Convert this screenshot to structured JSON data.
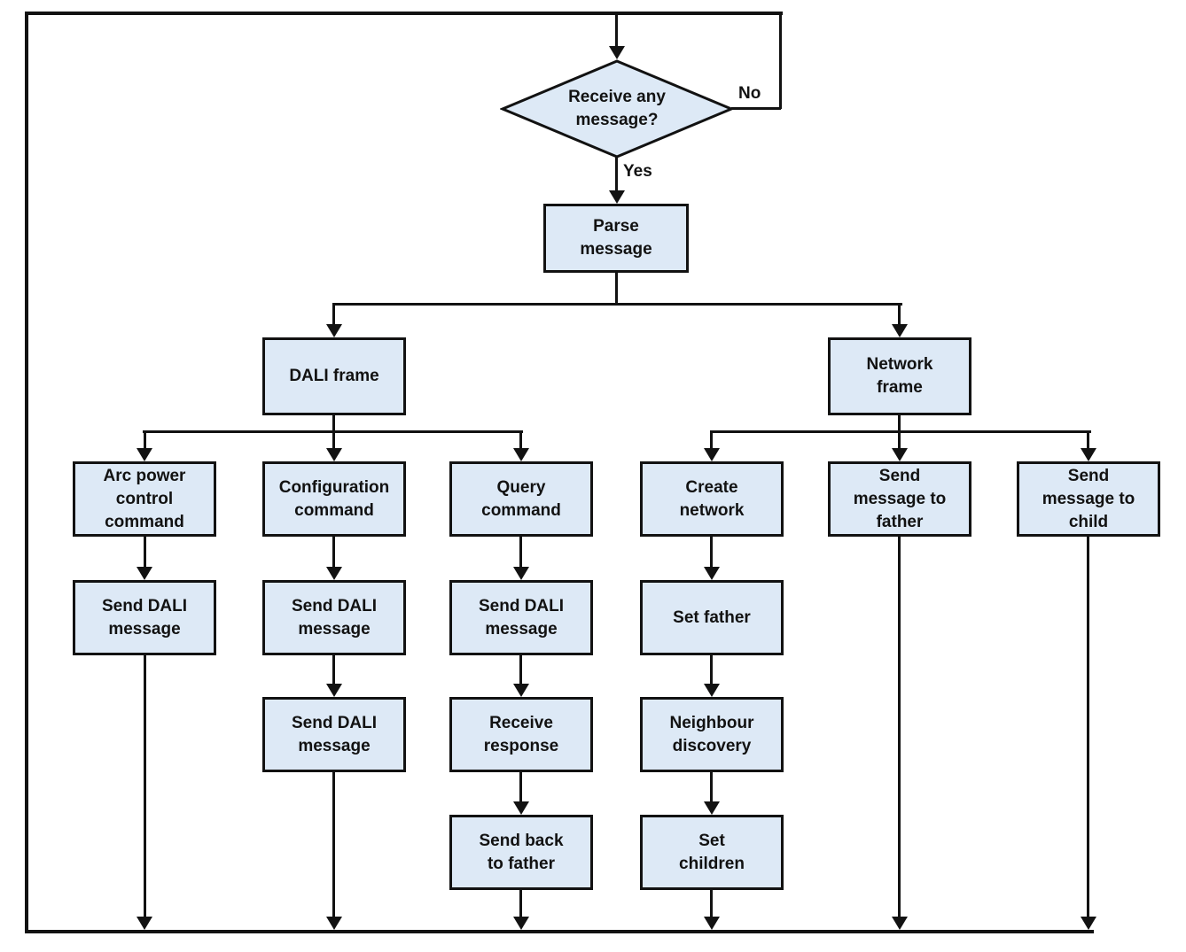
{
  "diagram": {
    "decision": {
      "label": "Receive any\nmessage?"
    },
    "edge_labels": {
      "yes": "Yes",
      "no": "No"
    },
    "nodes": {
      "parse_message": "Parse\nmessage",
      "dali_frame": "DALI frame",
      "network_frame": "Network\nframe",
      "arc_power_control_command": "Arc power\ncontrol\ncommand",
      "configuration_command": "Configuration\ncommand",
      "query_command": "Query\ncommand",
      "create_network": "Create\nnetwork",
      "send_message_to_father": "Send\nmessage to\nfather",
      "send_message_to_child": "Send\nmessage to\nchild",
      "send_dali_message_arc": "Send DALI\nmessage",
      "send_dali_message_config_1": "Send DALI\nmessage",
      "send_dali_message_config_2": "Send DALI\nmessage",
      "send_dali_message_query": "Send DALI\nmessage",
      "set_father": "Set father",
      "receive_response": "Receive\nresponse",
      "neighbour_discovery": "Neighbour\ndiscovery",
      "send_back_to_father": "Send back\nto father",
      "set_children": "Set\nchildren"
    },
    "colors": {
      "node_fill": "#dde9f6",
      "node_border": "#121212",
      "connector": "#121212",
      "text": "#121212",
      "background": "#ffffff"
    }
  }
}
